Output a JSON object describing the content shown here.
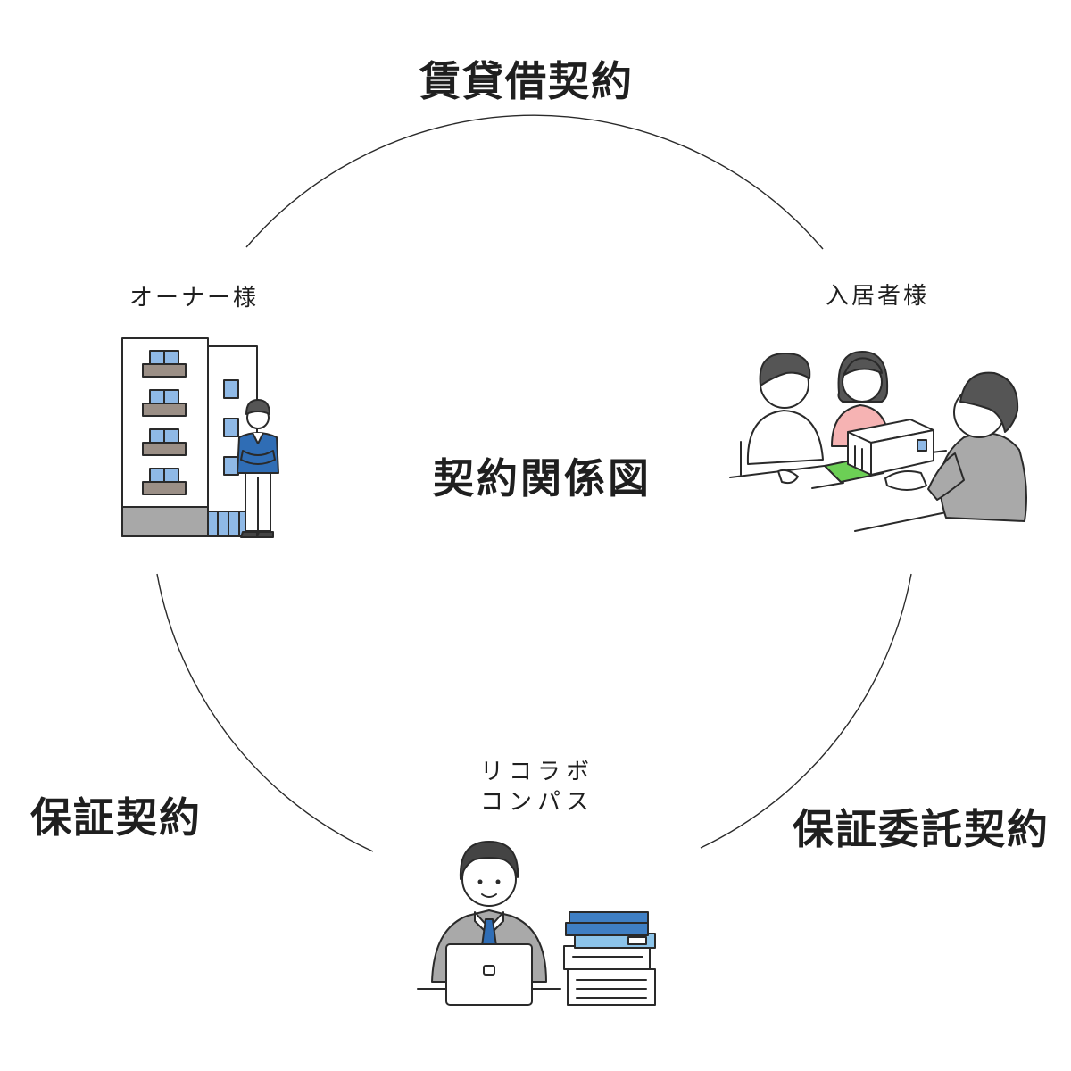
{
  "center_title": "契約関係図",
  "contracts": {
    "lease": "賃貸借契約",
    "guarantee": "保証契約",
    "guarantee_consignment": "保証委託契約"
  },
  "parties": {
    "owner": "オーナー様",
    "tenant": "入居者様",
    "guarantor_line1": "リコラボ",
    "guarantor_line2": "コンパス"
  },
  "colors": {
    "line": "#2a2a2a",
    "suit_blue": "#2f6db5",
    "window_blue": "#8fb9e6",
    "balcony": "#9b8f86",
    "ground_gray": "#a8a8a8",
    "pink": "#f6b3b3",
    "green": "#6ccf55",
    "jacket_gray": "#a9a9a9",
    "book_blue": "#3f7fc4",
    "book_light": "#8cc4ea"
  }
}
